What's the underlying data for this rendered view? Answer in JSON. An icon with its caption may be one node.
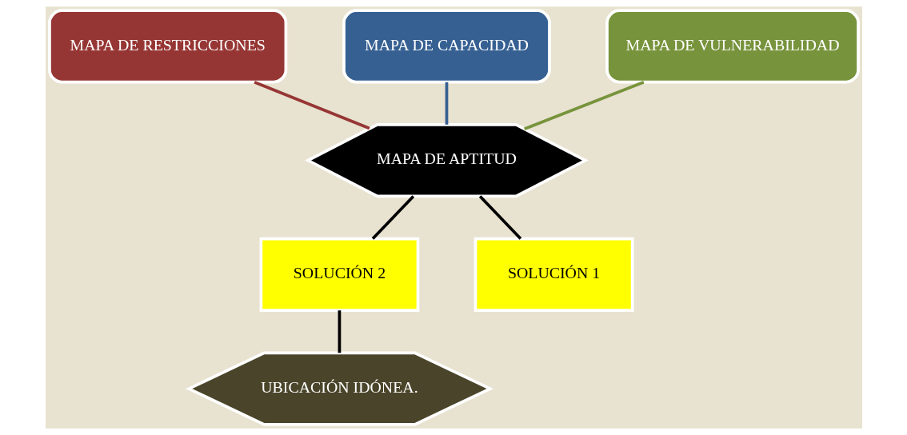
{
  "diagram": {
    "nodes": [
      {
        "text": [
          "MAPA DE RESTRICCIONES"
        ]
      },
      {
        "text": [
          "MAPA DE CAPACIDAD"
        ]
      },
      {
        "text": [
          "MAPA DE VULNERABILIDAD"
        ]
      },
      {
        "text": [
          "MAPA DE APTITUD"
        ]
      },
      {
        "text": [
          "SOLUCIÓN 2"
        ]
      },
      {
        "text": [
          "SOLUCIÓN 1"
        ]
      },
      {
        "text": [
          "UBICACIÓN IDÓNEA."
        ]
      }
    ],
    "edges": [
      {
        "from": 0,
        "to": 3,
        "arrow": "none",
        "color": "#963634"
      },
      {
        "from": 1,
        "to": 3,
        "arrow": "none",
        "color": "#366092"
      },
      {
        "from": 2,
        "to": 3,
        "arrow": "none",
        "color": "#77933c"
      },
      {
        "from": 3,
        "to": 4,
        "arrow": "none"
      },
      {
        "from": 3,
        "to": 5,
        "arrow": "none"
      },
      {
        "from": 4,
        "to": 6,
        "arrow": "none"
      }
    ]
  }
}
